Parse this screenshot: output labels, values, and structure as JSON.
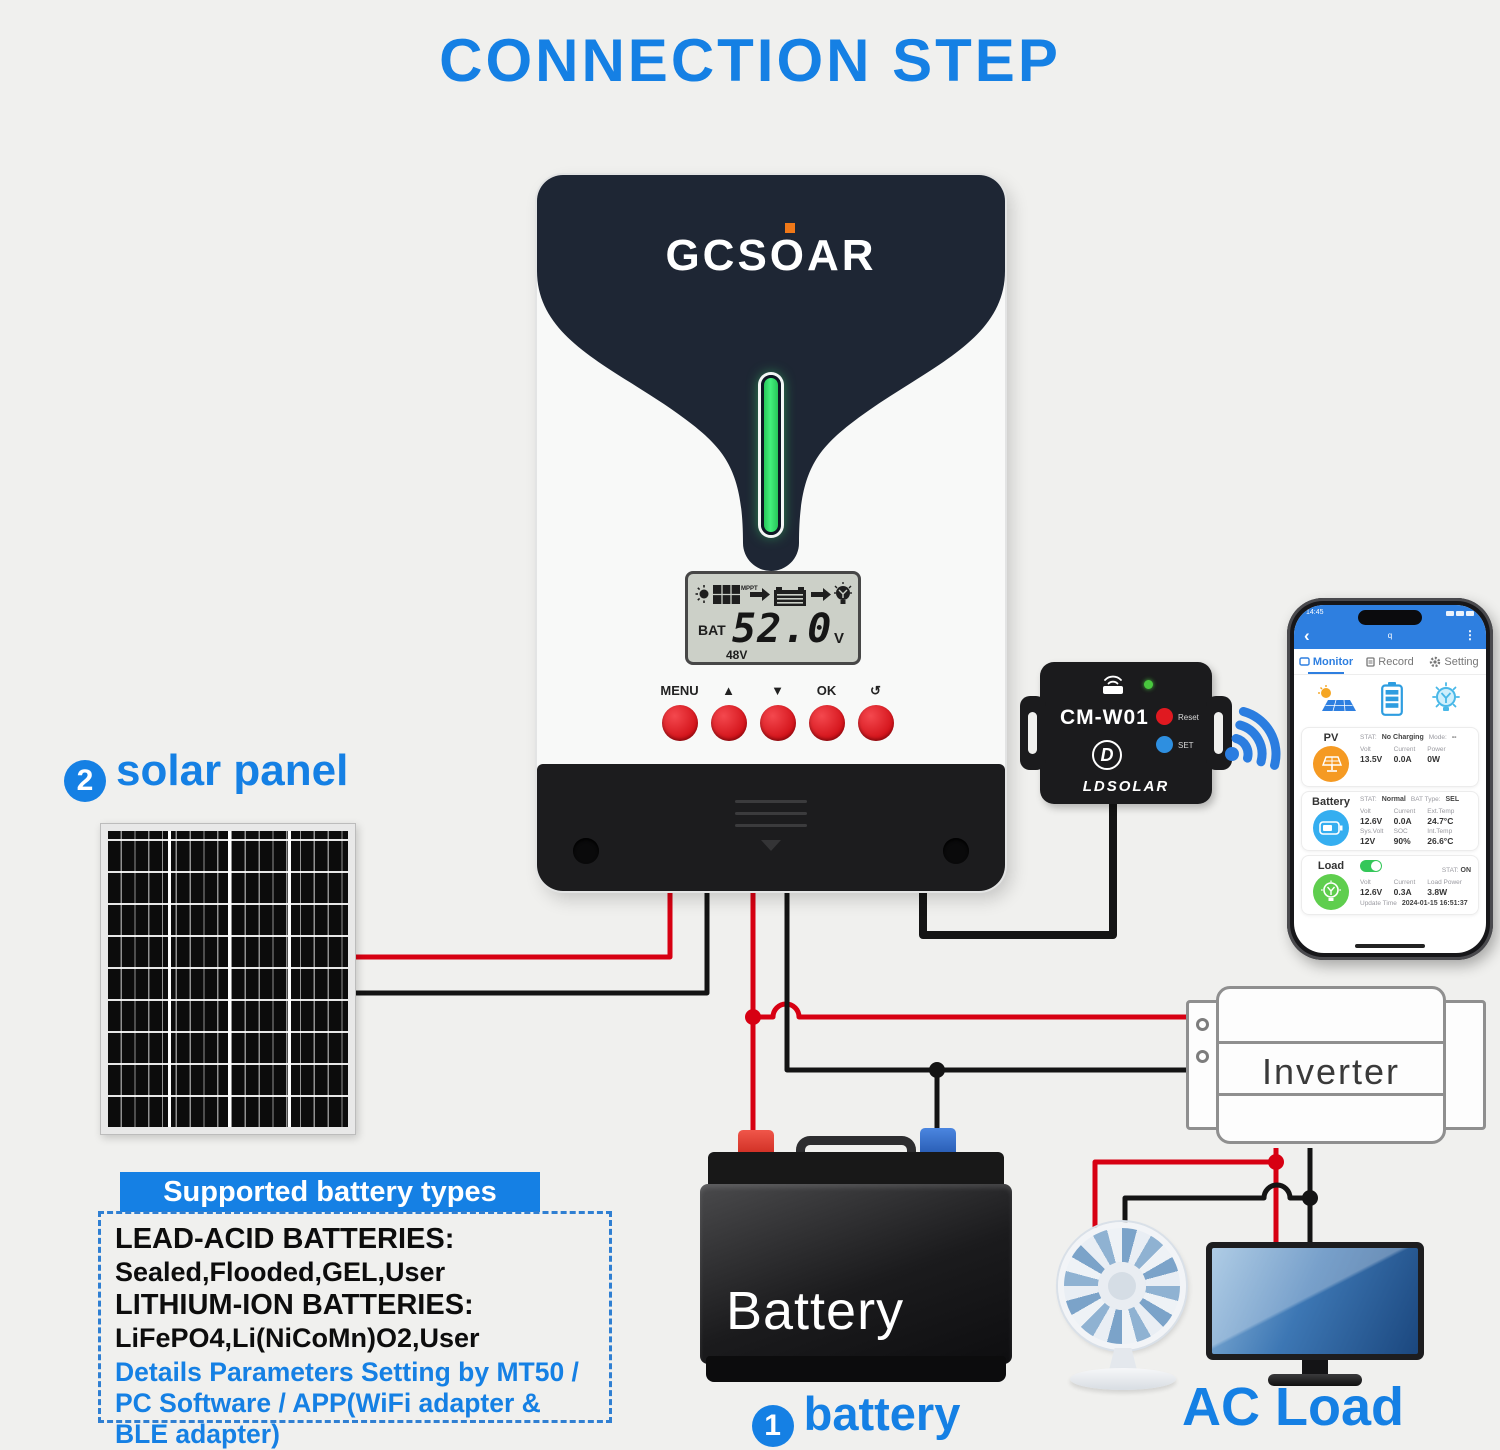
{
  "title": "CONNECTION STEP",
  "colors": {
    "accent_blue": "#1580e4",
    "wire_red": "#d70012",
    "wire_black": "#141414",
    "led_green": "#3ce06e",
    "button_red": "#d21118",
    "app_blue": "#2e7fe0",
    "pv_orange": "#f59a23",
    "load_green": "#5fce4e"
  },
  "controller": {
    "brand": "GCSOAR",
    "lcd": {
      "mppt": "MPPT",
      "bat_label": "BAT",
      "value": "52.0",
      "unit": "V",
      "system": "48V"
    },
    "buttons": [
      {
        "label": "MENU"
      },
      {
        "label": "▲"
      },
      {
        "label": "▼"
      },
      {
        "label": "OK"
      },
      {
        "label": "↺"
      }
    ]
  },
  "wifi_module": {
    "model": "CM-W01",
    "reset_label": "Reset",
    "set_label": "SET",
    "logo_letter": "D",
    "brand": "LDSOLAR"
  },
  "phone": {
    "status_time": "14:45",
    "nav": {
      "back": "‹",
      "title": "q",
      "menu": "⋮"
    },
    "tabs": [
      {
        "label": "Monitor"
      },
      {
        "label": "Record"
      },
      {
        "label": "Setting"
      }
    ],
    "pv": {
      "title": "PV",
      "stat_label": "STAT:",
      "stat": "No Charging",
      "mode_label": "Mode:",
      "mode": "--",
      "volt_label": "Volt",
      "current_label": "Current",
      "power_label": "Power",
      "volt": "13.5V",
      "current": "0.0A",
      "power": "0W"
    },
    "battery": {
      "title": "Battery",
      "stat_label": "STAT:",
      "stat": "Normal",
      "type_label": "BAT Type:",
      "type": "SEL",
      "volt_label": "Volt",
      "current_label": "Current",
      "ext_temp_label": "Ext.Temp",
      "volt": "12.6V",
      "current": "0.0A",
      "ext_temp": "24.7°C",
      "sys_volt_label": "Sys.Volt",
      "soc_label": "SOC",
      "int_temp_label": "Int.Temp",
      "sys_volt": "12V",
      "soc": "90%",
      "int_temp": "26.6°C"
    },
    "load": {
      "title": "Load",
      "stat_label": "STAT:",
      "stat": "ON",
      "volt_label": "Volt",
      "current_label": "Current",
      "power_label": "Load Power",
      "volt": "12.6V",
      "current": "0.3A",
      "power": "3.8W",
      "update_label": "Update Time",
      "update_time": "2024-01-15 16:51:37"
    }
  },
  "labels": {
    "solar_panel_num": "2",
    "solar_panel": "solar panel",
    "battery_num": "1",
    "battery": "battery",
    "battery_device": "Battery",
    "inverter": "Inverter",
    "ac_load": "AC Load"
  },
  "battery_box": {
    "header": "Supported battery types",
    "lead_title": "LEAD-ACID BATTERIES:",
    "lead_items": "Sealed,Flooded,GEL,User",
    "li_title": "LITHIUM-ION BATTERIES:",
    "li_items": "LiFePO4,Li(NiCoMn)O2,User",
    "note": "Details Parameters Setting by MT50 / PC Software / APP(WiFi adapter & BLE adapter)"
  }
}
